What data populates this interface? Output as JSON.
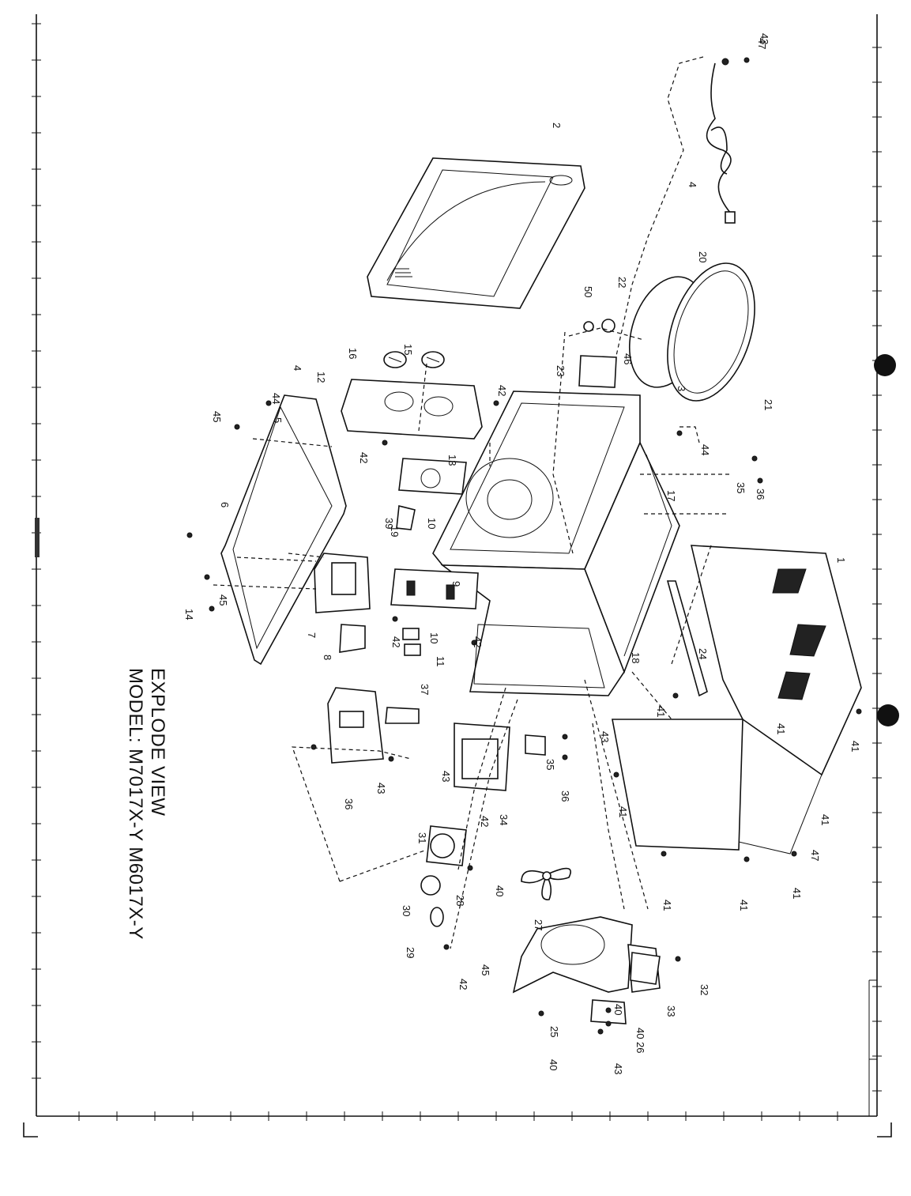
{
  "title": {
    "line1": "EXPLODE VIEW",
    "line2": "MODEL: M7017X-Y   M6017X-Y"
  },
  "part_labels": [
    "1",
    "2",
    "3",
    "4",
    "4",
    "5",
    "6",
    "7",
    "8",
    "9",
    "10",
    "10",
    "11",
    "12",
    "13",
    "14",
    "15",
    "16",
    "17",
    "18",
    "19",
    "20",
    "21",
    "22",
    "23",
    "24",
    "25",
    "26",
    "27",
    "28",
    "29",
    "30",
    "31",
    "32",
    "33",
    "34",
    "35",
    "35",
    "36",
    "36",
    "36",
    "37",
    "39",
    "40",
    "40",
    "40",
    "40",
    "41",
    "41",
    "41",
    "41",
    "41",
    "41",
    "41",
    "41",
    "42",
    "42",
    "42",
    "42",
    "42",
    "42",
    "43",
    "43",
    "43",
    "43",
    "43",
    "44",
    "44",
    "45",
    "45",
    "45",
    "46",
    "47",
    "47",
    "50"
  ],
  "colors": {
    "ink": "#111111",
    "paper": "#ffffff"
  }
}
